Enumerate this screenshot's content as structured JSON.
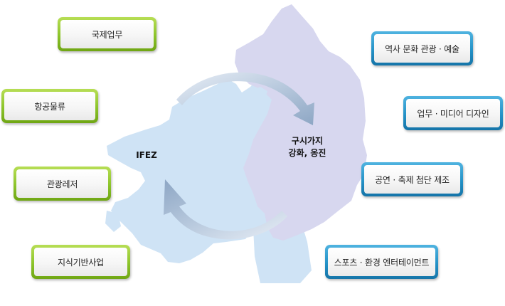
{
  "diagram": {
    "center_left_label": "IFEZ",
    "center_right_line1": "구시가지",
    "center_right_line2": "강화, 옹진",
    "left_items": [
      {
        "label": "국제업무"
      },
      {
        "label": "항공물류"
      },
      {
        "label": "관광레저"
      },
      {
        "label": "지식기반사업"
      }
    ],
    "right_items": [
      {
        "label": "역사 문화 관광 · 예술"
      },
      {
        "label": "업무 · 미디어 디자인"
      },
      {
        "label": "공연 · 축제 첨단 제조"
      },
      {
        "label": "스포츠 · 환경 엔터테이먼트"
      }
    ]
  },
  "colors": {
    "left_region": "#cfe3f5",
    "right_region": "#d7d7ef",
    "left_accent": "#8cc42a",
    "right_accent": "#2492c7",
    "arrow": "#b8c9de"
  }
}
